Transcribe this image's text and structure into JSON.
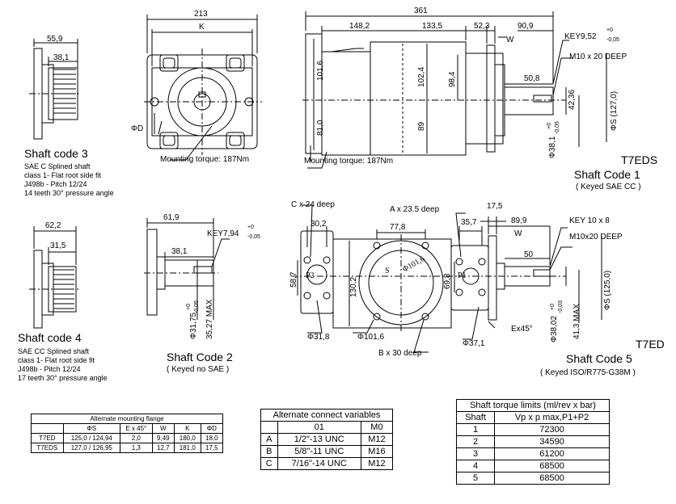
{
  "shaft3": {
    "dim_a": "55,9",
    "dim_b": "38,1",
    "title": "Shaft code 3",
    "lines": [
      "SAE C Splined shaft",
      "class 1- Flat root side fit",
      "J498b - Pitch 12/24",
      "14 teeth 30° pressure angle"
    ]
  },
  "shaft4": {
    "dim_a": "62,2",
    "dim_b": "31,5",
    "title": "Shaft code 4",
    "lines": [
      "SAE CC Splined shaft",
      "class 1- Flat root side fit",
      "J498b - Pitch 12/24",
      "17 teeth 30° pressure angle"
    ]
  },
  "front": {
    "width": "213",
    "k": "K",
    "phi_d": "ΦD",
    "torque": "Mounting torque: 187Nm"
  },
  "side": {
    "d361": "361",
    "d148": "148,2",
    "d133": "133,5",
    "d52": "52,3",
    "d90": "90,9",
    "w": "W",
    "key": "KEY9,52",
    "key_tol_plus": "+0",
    "key_tol_minus": "-0,05",
    "m10": "M10 x 20 DEEP",
    "d101": "101,6",
    "d81": "81,0",
    "d1024": "102,4",
    "d89": "89",
    "d984": "98,4",
    "d508": "50,8",
    "d4236": "42,36",
    "phis": "ΦS (127,0)",
    "phi381": "Φ38,1",
    "phi381_tol_plus": "+0",
    "phi381_tol_minus": "-0,05",
    "torque": "Mounting torque: 187Nm",
    "model": "T7EDS",
    "code": "Shaft Code 1",
    "code_sub": "( Keyed SAE CC )"
  },
  "shaft2": {
    "d619": "61,9",
    "d381": "38,1",
    "key": "KEY7,94",
    "key_tol_plus": "+0",
    "key_tol_minus": "-0,05",
    "phi": "Φ31,75",
    "phi_tol_plus": "+0",
    "phi_tol_minus": "-0,05",
    "max": "35,27 MAX",
    "title": "Shaft Code 2",
    "sub": "( Keyed  no  SAE )"
  },
  "top": {
    "c24": "C x 24 deep",
    "a235": "A x 23.5 deep",
    "d302": "30,2",
    "d778": "77,8",
    "d357": "35,7",
    "d175": "17,5",
    "d899": "89,9",
    "w": "W",
    "key": "KEY 10 x 8",
    "m10": "M10x20 DEEP",
    "d50": "50",
    "d587": "58,7",
    "d1302": "130,2",
    "s": "S",
    "phi1016_in": "Φ101,6",
    "p1": "P1",
    "p2": "P2",
    "d698": "69,8",
    "phis": "ΦS (125,0)",
    "phi3802": "Φ38,02",
    "phi3802_tol_plus": "+0",
    "phi3802_tol_minus": "-0,03",
    "max413": "41,3 MAX",
    "phi318": "Φ31,8",
    "phi1016": "Φ101,6",
    "ex45": "Ex45°",
    "phi371": "Φ37,1",
    "b30": "B x 30 deep",
    "model": "T7ED",
    "code": "Shaft Code 5",
    "code_sub": "( Keyed ISO/R775-G38M )"
  },
  "flange_table": {
    "title": "Alternate mounting flange",
    "headers": [
      "",
      "ΦS",
      "E x 45°",
      "W",
      "K",
      "ΦD"
    ],
    "rows": [
      [
        "T7ED",
        "125,0 / 124,94",
        "2,0",
        "9,49",
        "180,0",
        "18,0"
      ],
      [
        "T7EDS",
        "127,0 / 126,95",
        "1,3",
        "12,7",
        "181,0",
        "17,5"
      ]
    ]
  },
  "connect_table": {
    "title": "Alternate connect variables",
    "headers": [
      "",
      "01",
      "M0"
    ],
    "rows": [
      [
        "A",
        "1/2\"-13 UNC",
        "M12"
      ],
      [
        "B",
        "5/8\"-11 UNC",
        "M16"
      ],
      [
        "C",
        "7/16\"-14 UNC",
        "M12"
      ]
    ]
  },
  "torque_table": {
    "title": "Shaft torque limits (ml/rev x bar)",
    "headers": [
      "Shaft",
      "Vp x p max,P1+P2"
    ],
    "rows": [
      [
        "1",
        "72300"
      ],
      [
        "2",
        "34590"
      ],
      [
        "3",
        "61200"
      ],
      [
        "4",
        "68500"
      ],
      [
        "5",
        "68500"
      ]
    ]
  }
}
